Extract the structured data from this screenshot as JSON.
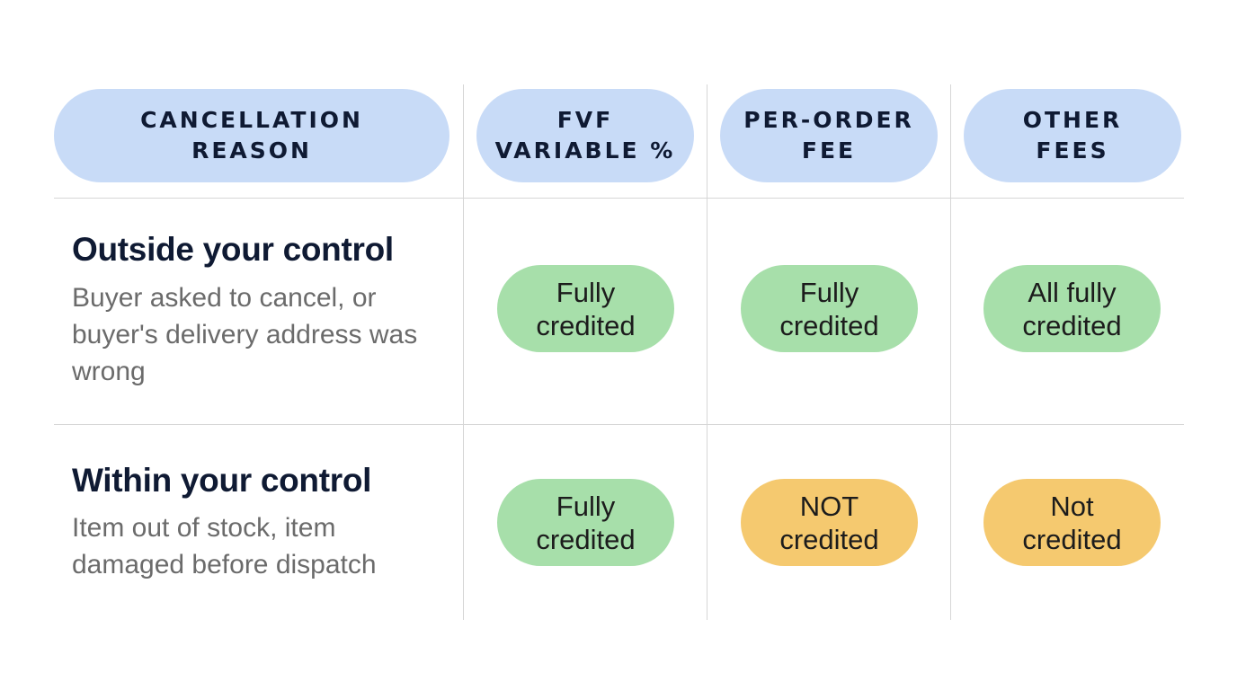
{
  "header": {
    "reason": "CANCELLATION\nREASON",
    "fvf": "FVF\nVARIABLE %",
    "per_order": "PER-ORDER\nFEE",
    "other": "OTHER\nFEES"
  },
  "rows": [
    {
      "title": "Outside your control",
      "description": "Buyer asked to cancel, or buyer's delivery address was wrong",
      "fvf": "Fully\ncredited",
      "per_order": "Fully\ncredited",
      "other": "All fully\ncredited"
    },
    {
      "title": "Within your control",
      "description": "Item out of stock, item damaged before dispatch",
      "fvf": "Fully\ncredited",
      "per_order": "NOT\ncredited",
      "other": "Not\ncredited"
    }
  ],
  "colors": {
    "header_pill": "#c8dbf7",
    "credited": "#a7dfaa",
    "not_credited": "#f5c96f"
  }
}
